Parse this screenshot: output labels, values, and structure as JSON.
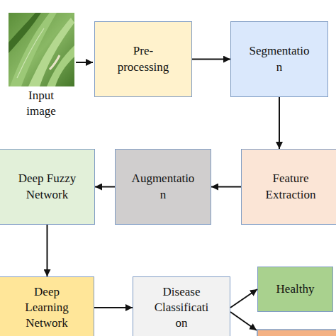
{
  "diagram": {
    "nodes": [
      {
        "text": [
          "Pre-processing"
        ]
      },
      {
        "text": [
          "Segmentation"
        ]
      },
      {
        "text": [
          "Feature Extraction"
        ]
      },
      {
        "text": [
          "Augmentation"
        ]
      },
      {
        "text": [
          "Deep Fuzzy Network"
        ]
      },
      {
        "text": [
          "Deep Learning Network"
        ]
      },
      {
        "text": [
          "Disease Classification"
        ]
      },
      {
        "text": [
          "Healthy"
        ]
      }
    ],
    "edges": [
      {
        "from": 0,
        "to": 1,
        "arrow": "to"
      },
      {
        "from": 1,
        "to": 2,
        "arrow": "to"
      },
      {
        "from": 2,
        "to": 3,
        "arrow": "to"
      },
      {
        "from": 3,
        "to": 4,
        "arrow": "to"
      },
      {
        "from": 4,
        "to": 5,
        "arrow": "to"
      },
      {
        "from": 5,
        "to": 6,
        "arrow": "to"
      },
      {
        "from": 6,
        "to": 7,
        "arrow": "to"
      }
    ],
    "labels": [
      "Input image"
    ]
  }
}
